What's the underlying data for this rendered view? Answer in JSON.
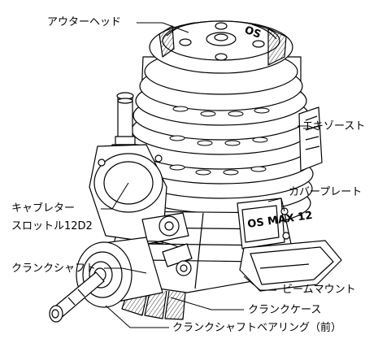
{
  "diagram": {
    "subject": "Model engine parts diagram",
    "labels": {
      "outer_head": "アウターヘッド",
      "exhaust": "エキゾースト",
      "carburetor_line1": "キャブレター",
      "carburetor_line2": "スロットル12D2",
      "cover_plate": "カバープレート",
      "crankshaft": "クランクシャフト",
      "beam_mount": "ビームマウント",
      "crankcase": "クランクケース",
      "front_bearing": "クランクシャフトベアリング（前）"
    },
    "head_badge": "OS",
    "case_badge": "OS MAX 12"
  }
}
